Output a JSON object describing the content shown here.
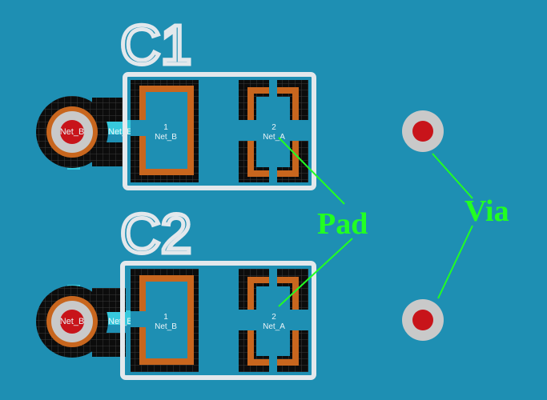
{
  "components": [
    {
      "designator": "C1",
      "pads": [
        {
          "number": "1",
          "net": "Net_B"
        },
        {
          "number": "2",
          "net": "Net_A"
        }
      ],
      "via_net": "Net_B",
      "trace_net": "Net_B"
    },
    {
      "designator": "C2",
      "pads": [
        {
          "number": "1",
          "net": "Net_B"
        },
        {
          "number": "2",
          "net": "Net_A"
        }
      ],
      "via_net": "Net_B",
      "trace_net": "Net_B"
    }
  ],
  "callouts": {
    "pad": "Pad",
    "via": "Via"
  },
  "colors": {
    "board": "#1e8fb3",
    "silkscreen": "#e3e8ec",
    "pad_copper": "#c8661e",
    "pad_dark": "#0c0c0c",
    "via_ring": "#c9c9c9",
    "via_hole": "#c8141a",
    "callout": "#22ff22",
    "trace": "#37c9dd"
  }
}
